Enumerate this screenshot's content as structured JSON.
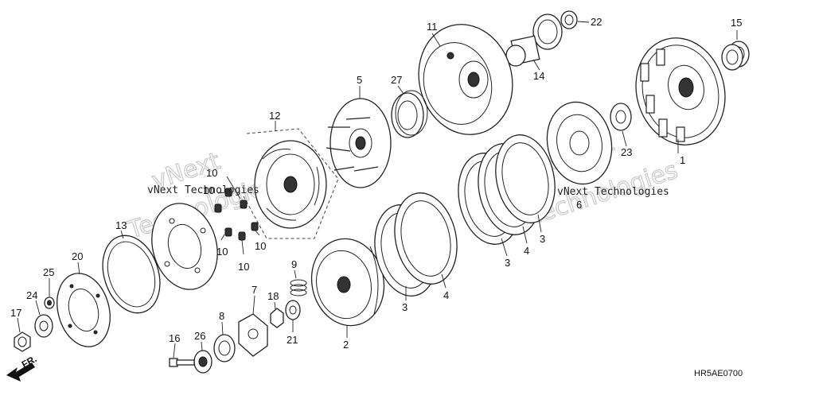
{
  "diagram": {
    "code": "HR5AE0700",
    "direction_label": "FR.",
    "watermark_small": [
      "vNext Technologies",
      "vNext Technologies"
    ],
    "watermark_large": [
      "vNext",
      "Technologies",
      "vNext",
      "Technologies"
    ],
    "labels": {
      "p1": "1",
      "p2": "2",
      "p3a": "3",
      "p3b": "3",
      "p3c": "3",
      "p4a": "4",
      "p4b": "4",
      "p5": "5",
      "p6": "6",
      "p7": "7",
      "p8": "8",
      "p9": "9",
      "p10a": "10",
      "p10b": "10",
      "p10c": "10",
      "p10d": "10",
      "p10e": "10",
      "p11": "11",
      "p12": "12",
      "p13": "13",
      "p14": "14",
      "p15": "15",
      "p16": "16",
      "p17": "17",
      "p18": "18",
      "p20": "20",
      "p21": "21",
      "p22": "22",
      "p23": "23",
      "p24": "24",
      "p25": "25",
      "p26": "26",
      "p27": "27"
    }
  }
}
